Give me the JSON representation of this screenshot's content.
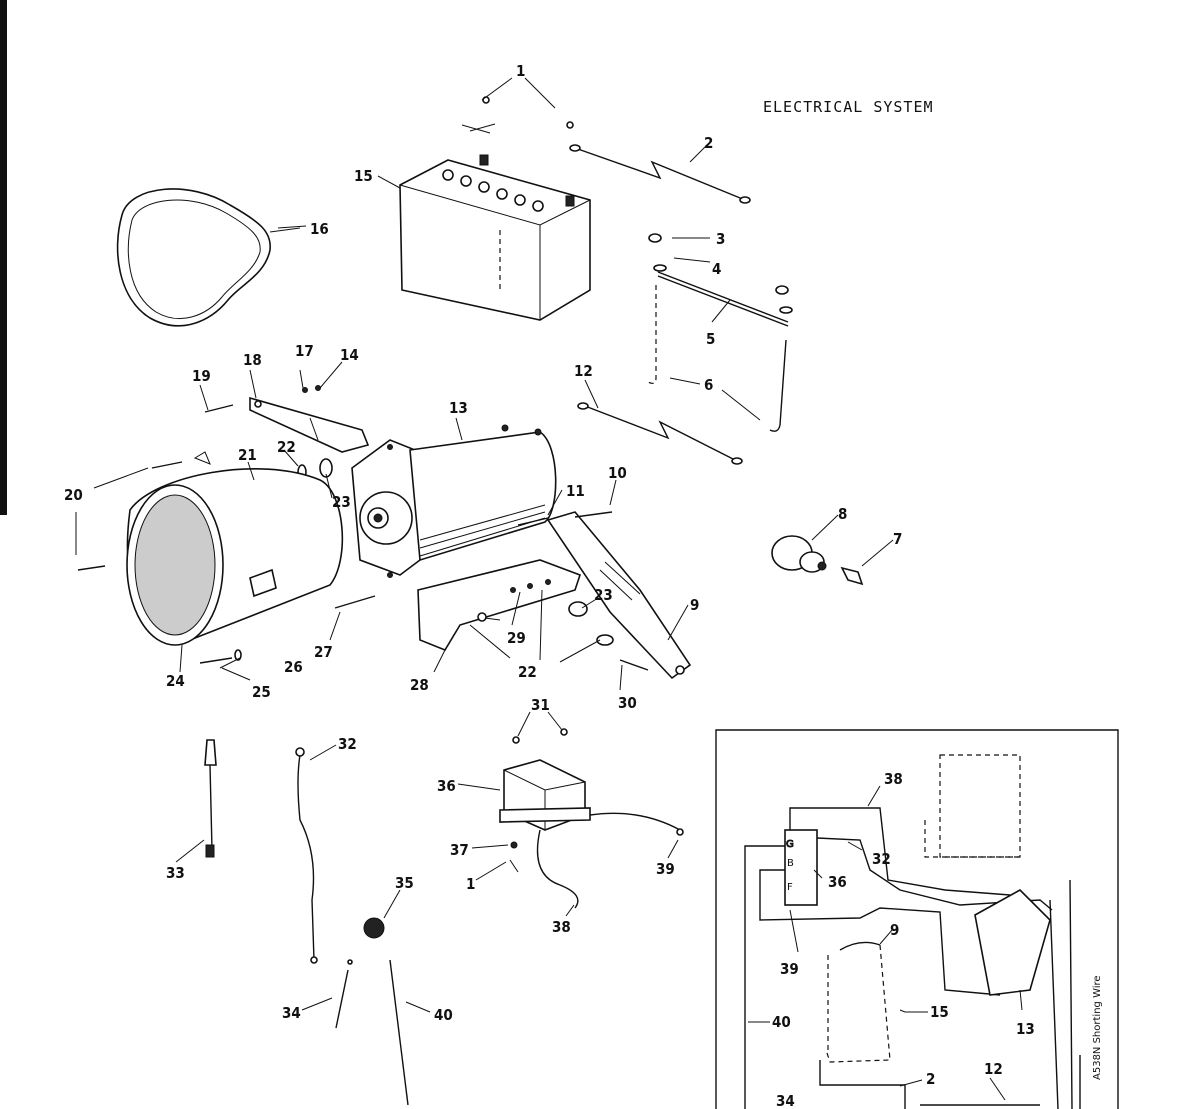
{
  "title": "ELECTRICAL SYSTEM",
  "inset_vertical_label": "A538N Shorting Wire",
  "part_labels": [
    "1",
    "2",
    "3",
    "4",
    "5",
    "6",
    "7",
    "8",
    "9",
    "10",
    "11",
    "12",
    "13",
    "14",
    "15",
    "16",
    "17",
    "18",
    "19",
    "20",
    "21",
    "22",
    "22",
    "23",
    "23",
    "24",
    "25",
    "26",
    "27",
    "28",
    "29",
    "30",
    "31",
    "32",
    "33",
    "34",
    "35",
    "36",
    "37",
    "38",
    "39",
    "40",
    "1"
  ],
  "inset_labels": [
    "38",
    "36",
    "32",
    "9",
    "39",
    "15",
    "13",
    "40",
    "2",
    "12",
    "34"
  ],
  "inset_terminals": [
    "G",
    "B",
    "F"
  ]
}
